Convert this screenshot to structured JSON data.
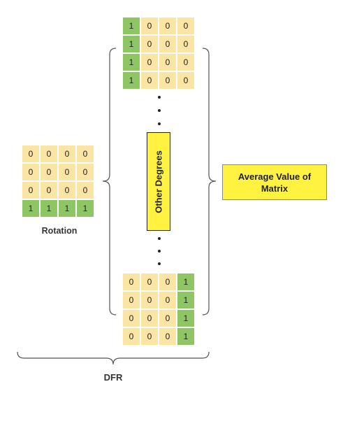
{
  "matrices": {
    "top": {
      "values": [
        [
          "1",
          "0",
          "0",
          "0"
        ],
        [
          "1",
          "0",
          "0",
          "0"
        ],
        [
          "1",
          "0",
          "0",
          "0"
        ],
        [
          "1",
          "0",
          "0",
          "0"
        ]
      ],
      "highlight": "first-column"
    },
    "rotation": {
      "values": [
        [
          "0",
          "0",
          "0",
          "0"
        ],
        [
          "0",
          "0",
          "0",
          "0"
        ],
        [
          "0",
          "0",
          "0",
          "0"
        ],
        [
          "1",
          "1",
          "1",
          "1"
        ]
      ],
      "highlight": "last-row"
    },
    "bottom": {
      "values": [
        [
          "0",
          "0",
          "0",
          "1"
        ],
        [
          "0",
          "0",
          "0",
          "1"
        ],
        [
          "0",
          "0",
          "0",
          "1"
        ],
        [
          "0",
          "0",
          "0",
          "1"
        ]
      ],
      "highlight": "last-column"
    }
  },
  "labels": {
    "other_degrees": "Other Degrees",
    "average_value": "Average Value of Matrix",
    "rotation": "Rotation",
    "dfr": "DFR"
  },
  "colors": {
    "cell_fill": "#fae5a4",
    "highlight_fill": "#8dc663",
    "box_fill": "#fff240",
    "brace": "#555555"
  }
}
